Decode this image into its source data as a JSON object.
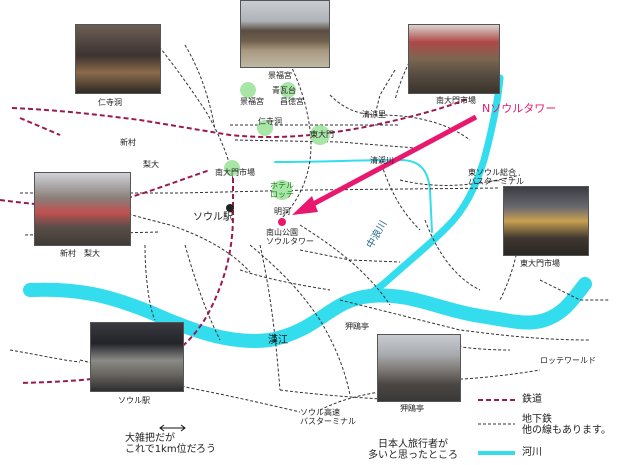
{
  "places": {
    "jinsadong": "仁寺洞",
    "gyeongbokgung_photo": "景福宮",
    "namdaemun_photo": "南大門市場",
    "sinchon": "新村",
    "idae": "梨大",
    "sinchon_idae_photo": "新村　梨大",
    "seoul_station_photo": "ソウル駅",
    "dongdaemun_photo": "東大門市場",
    "apgujeong_photo": "狎鴎亭",
    "gyeongbokgung": "景福宮",
    "cheongwadae": "青瓦台",
    "gyeongbokgung2": "景福宮",
    "changdeokgung": "昌徳宮",
    "jinsadong2": "仁寺洞",
    "dongdaemun": "東大門",
    "cheongnyangni": "清涼里",
    "cheonggyecheon": "清渓川",
    "namdaemun_market": "南大門市場",
    "hotel_lotte": "ホテル\nロッテ",
    "myeongdong": "明洞",
    "seoul_station": "ソウル駅",
    "namsan_park": "南山公園\nソウルタワー",
    "n_seoul_tower": "Nソウルタワー",
    "dong_seoul_terminal": "東ソウル総合\nバスターミナル",
    "jungnangcheon": "中浪川",
    "hangang": "漢江",
    "apgujeong": "狎鴎亭",
    "lotte_world": "ロッテワールド",
    "seoul_express_terminal": "ソウル高速\nバスターミナル"
  },
  "notes": {
    "scale": "大雑把だが\nこれで1km位だろう"
  },
  "legend": {
    "railway": "鉄道",
    "subway": "地下鉄\n他の線もあります。",
    "river": "河川",
    "japanese_tourists": "日本人旅行者が\n多いと思ったところ"
  },
  "colors": {
    "river": "#33ddee",
    "railway": "#9a1a4e",
    "subway": "#333333",
    "tourist_spot": "#a8e6a8",
    "arrow": "#e8186e"
  }
}
